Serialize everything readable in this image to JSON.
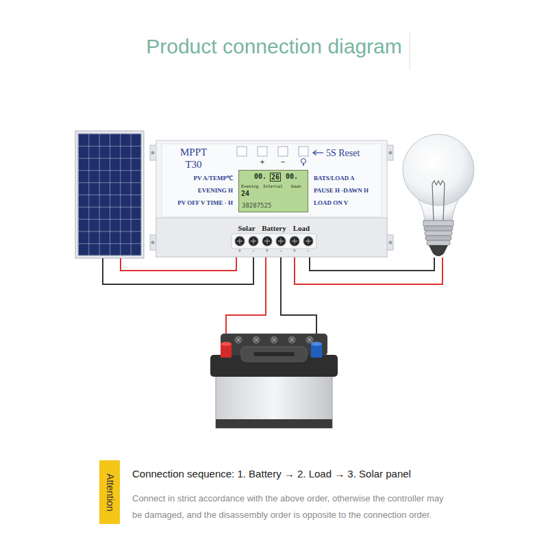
{
  "diagram": {
    "title": "Product connection diagram",
    "nodes": [
      {
        "text": [
          "MPPT T30",
          "5S Reset",
          "PV A/TEMP℃",
          "EVENING H",
          "PV OFF V TIME · H",
          "BATS/LOAD A",
          "PAUSE H -DAWN H",
          "LOAD ON V",
          "Solar",
          "Battery",
          "Load"
        ]
      },
      {
        "text": [
          "00.",
          "26",
          "00.",
          "Evening",
          "Interval",
          "Dawn",
          "24",
          "38287525"
        ],
        "in": 0
      },
      {
        "text": [
          "Attention"
        ]
      }
    ],
    "labels": [
      "+",
      "−",
      "+",
      "-",
      "+",
      "-",
      "+",
      "-",
      "Connection sequence: 1. Battery → 2. Load → 3. Solar panel",
      "Connect in strict accordance with the above order, otherwise the controller may be damaged, and the disassembly order is opposite to the connection order."
    ]
  }
}
